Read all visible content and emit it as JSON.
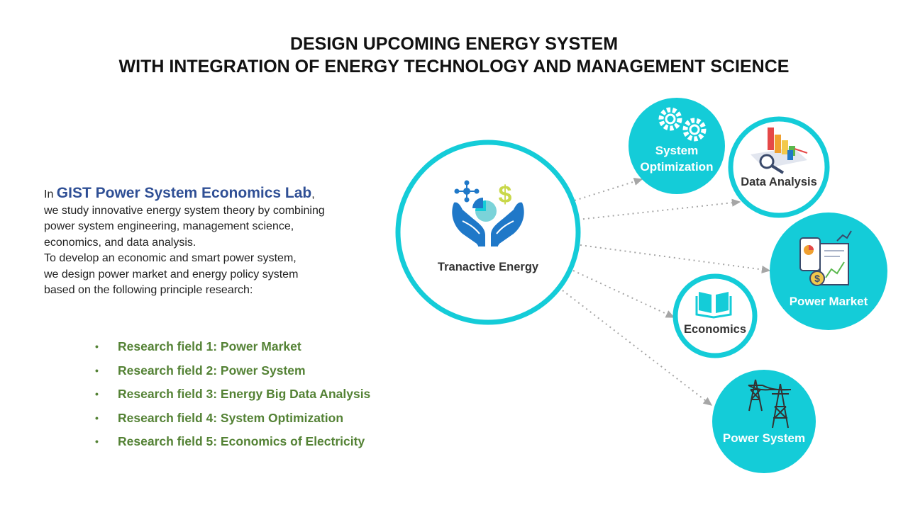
{
  "title": {
    "line1": "DESIGN UPCOMING ENERGY SYSTEM",
    "line2": "WITH INTEGRATION OF ENERGY TECHNOLOGY AND MANAGEMENT SCIENCE"
  },
  "intro": {
    "prefix": "In ",
    "lab_name": "GIST Power System Economics Lab",
    "suffix": ",",
    "lines": [
      "we study innovative energy system theory by combining",
      "power system engineering, management science,",
      "economics, and data analysis.",
      "To develop an economic and smart power system,",
      "we design power market and energy policy system",
      "based on the following principle research:"
    ]
  },
  "research_fields": [
    "Research field 1: Power Market",
    "Research field 2: Power System",
    "Research field 3: Energy Big Data Analysis",
    "Research field 4: System Optimization",
    "Research field 5: Economics of Electricity"
  ],
  "bullet_char": "•",
  "diagram": {
    "center": {
      "label": "Tranactive Energy",
      "icon": "energy-hands-icon"
    },
    "nodes": [
      {
        "id": "system-optimization",
        "label_lines": [
          "System",
          "Optimization"
        ],
        "icon": "gears-icon"
      },
      {
        "id": "data-analysis",
        "label_lines": [
          "Data Analysis"
        ],
        "icon": "bar-chart-magnifier-icon"
      },
      {
        "id": "power-market",
        "label_lines": [
          "Power Market"
        ],
        "icon": "market-chart-icon"
      },
      {
        "id": "economics",
        "label_lines": [
          "Economics"
        ],
        "icon": "open-book-icon"
      },
      {
        "id": "power-system",
        "label_lines": [
          "Power System"
        ],
        "icon": "transmission-tower-icon"
      }
    ]
  },
  "colors": {
    "accent": "#14ccd8",
    "ring_bg": "#ffffff",
    "lab_name": "#2f4f95",
    "fields": "#548235",
    "icon_blue": "#1f78c8",
    "connector": "#a6a6a6"
  }
}
